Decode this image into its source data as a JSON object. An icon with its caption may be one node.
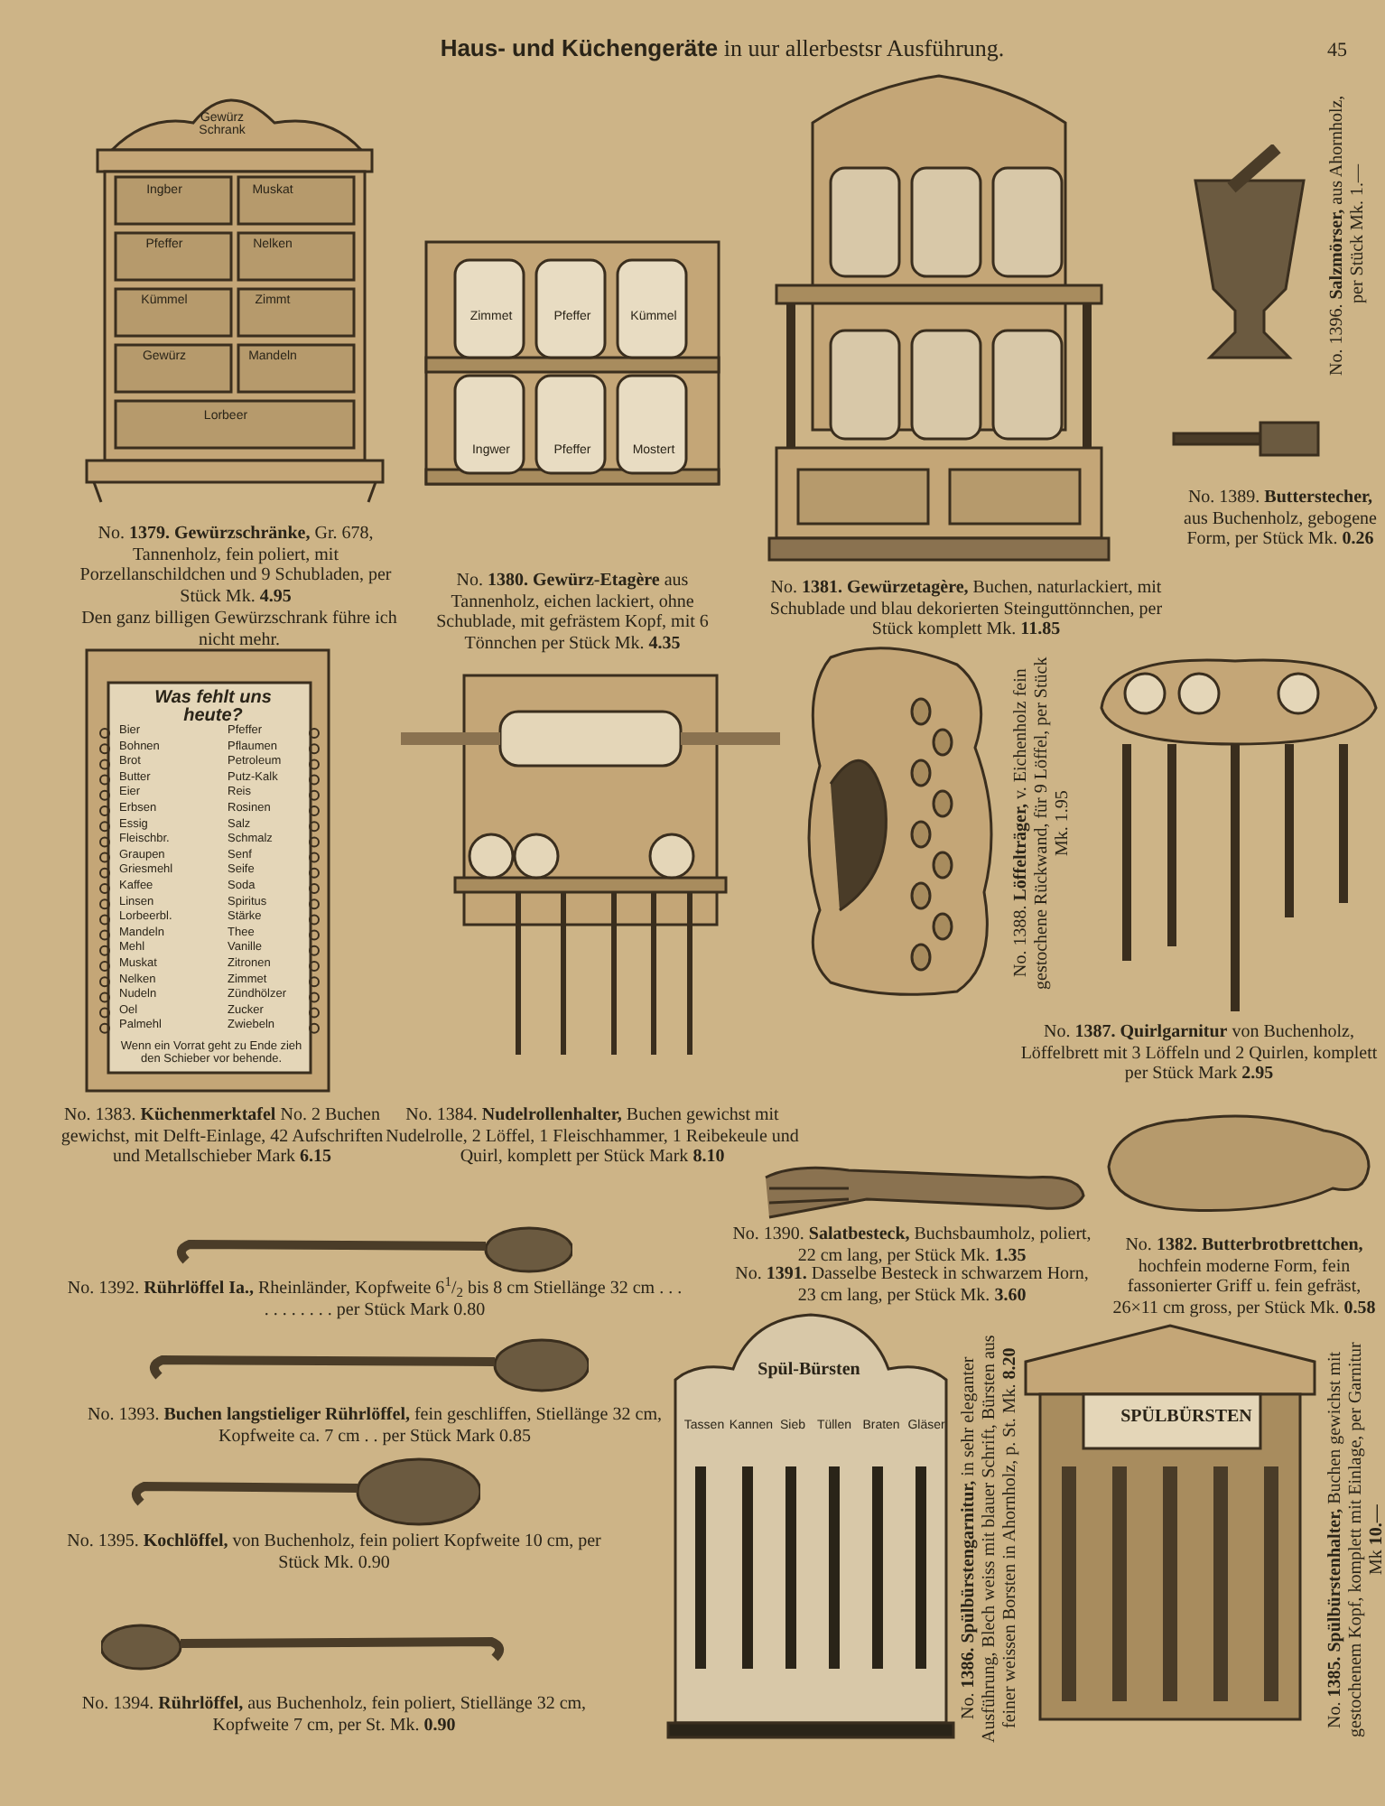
{
  "diagram": {
    "title": "**Haus- und Küchengeräte** in uur allerbestsr Ausführung.",
    "labels": [
      "45",
      "No. **1379.** **Gewürzschränke,** Gr. 678, Tannenholz, fein poliert, mit Porzellanschildchen und 9 Schubladen, per Stück Mk. **4.95**",
      "Den ganz billigen Gewürzschrank führe ich nicht mehr.",
      "Gewürz Schrank",
      "Ingber",
      "Muskat",
      "Pfeffer",
      "Nelken",
      "Kümmel",
      "Zimmt",
      "Gewürz",
      "Mandeln",
      "Lorbeer",
      "No. **1380.** **Gewürz-Etagère** aus Tannenholz, eichen lackiert, ohne Schublade, mit gefrästem Kopf, mit 6 Tönnchen per Stück Mk. **4.35**",
      "Zimmet",
      "Pfeffer",
      "Kümmel",
      "Ingwer",
      "Pfeffer",
      "Mostert",
      "No. **1381.** **Gewürzetagère,** Buchen, naturlackiert, mit Schublade und blau dekorierten Steinguttönnchen, per Stück komplett Mk. **11.85**",
      "No. 1396. **Salzmörser,** aus Ahornholz, per Stück Mk. 1.—",
      "No. 1389. **Butterstecher,** aus Buchenholz, gebogene Form, per Stück Mk. **0.26**",
      "Was fehlt uns heute?",
      "Bier",
      "Bohnen",
      "Brot",
      "Butter",
      "Eier",
      "Erbsen",
      "Essig",
      "Fleischbr.",
      "Graupen",
      "Griesmehl",
      "Kaffee",
      "Linsen",
      "Lorbeerbl.",
      "Mandeln",
      "Mehl",
      "Muskat",
      "Nelken",
      "Nudeln",
      "Oel",
      "Palmehl",
      "Pfeffer",
      "Pflaumen",
      "Petroleum",
      "Putz-Kalk",
      "Reis",
      "Rosinen",
      "Salz",
      "Schmalz",
      "Senf",
      "Seife",
      "Soda",
      "Spiritus",
      "Stärke",
      "Thee",
      "Vanille",
      "Zitronen",
      "Zimmet",
      "Zündhölzer",
      "Zucker",
      "Zwiebeln",
      "Wenn ein Vorrat geht zu Ende zieh den Schieber vor behende.",
      "No. 1383. **Küchenmerktafel** No. 2 Buchen gewichst, mit Delft-Einlage, 42 Aufschriften und Metallschieber Mark **6.15**",
      "No. 1384. **Nudelrollenhalter,** Buchen gewichst mit Nudelrolle, 2 Löffel, 1 Fleischhammer, 1 Reibekeule und Quirl, komplett per Stück Mark **8.10**",
      "No. 1388. **Löffelträger,** v. Eichenholz fein gestochene Rückwand, für 9 Löffel, per Stück Mk. 1.95",
      "No. **1387.** **Quirlgarnitur** von Buchenholz, Löffelbrett mit 3 Löffeln und 2 Quirlen, komplett per Stück Mark **2.95**",
      "No. 1390. **Salatbesteck,** Buchsbaumholz, poliert, 22 cm lang, per Stück Mk. **1.35**",
      "No. **1391.** Dasselbe Besteck in schwarzem Horn, 23 cm lang, per Stück Mk. **3.60**",
      "No. **1382.** **Butterbrotbrettchen,** hochfein moderne Form, fein fassonierter Griff u. fein gefräst, 26×11 cm gross, per Stück Mk. **0.58**",
      "No. 1392. **Rührlöffel Ia.,** Rheinländer, Kopfweite 6$^{1}$/$_{2}$ bis 8 cm Stiellänge 32 cm . . . . . . . . . . . per Stück Mark 0.80",
      "No. 1393. **Buchen langstieliger Rührlöffel,** fein geschliffen, Stiellänge 32 cm, Kopfweite ca. 7 cm . . per Stück Mark 0.85",
      "No. 1395. **Kochlöffel,** von Buchenholz, fein poliert Kopfweite 10 cm, per Stück Mk. 0.90",
      "No. 1394. **Rührlöffel,** aus Buchenholz, fein poliert, Stiellänge 32 cm, Kopfweite 7 cm, per St. Mk. **0.90**",
      "Spül-Bürsten",
      "Tassen",
      "Kannen",
      "Sieb",
      "Tüllen",
      "Braten",
      "Gläser",
      "No. **1386.** **Spülbürstengarnitur,** in sehr eleganter Ausführung, Blech weiss mit blauer Schrift, Bürsten aus feiner weissen Borsten in Ahornholz, p. St. Mk. **8.20**",
      "SPÜLBÜRSTEN",
      "No. **1385.** **Spülbürstenhalter,** Buchen gewichst mit gestochenem Kopf, komplett mit Einlage, per Garnitur Mk **10.—**"
    ]
  }
}
